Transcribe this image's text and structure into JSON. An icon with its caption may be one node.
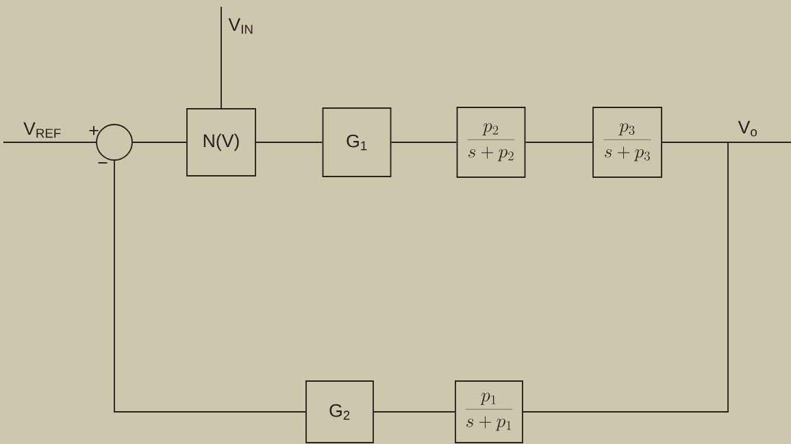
{
  "diagram": {
    "nodes": [
      {
        "text": [],
        "shape": "circle"
      },
      {
        "text": [
          "N(V)"
        ]
      },
      {
        "text": [
          "G$_{1}$"
        ]
      },
      {
        "text": [
          "\\frac{p_{2}}{s+p_{2}}"
        ]
      },
      {
        "text": [
          "\\frac{p_{3}}{s+p_{3}}"
        ]
      },
      {
        "text": [
          "G$_{2}$"
        ]
      },
      {
        "text": [
          "\\frac{p_{1}}{s+p_{1}}"
        ]
      }
    ],
    "edges": [
      {
        "from": null,
        "to": 0,
        "arrow": "none",
        "label": "V$_{REF}$"
      },
      {
        "from": null,
        "to": 1,
        "arrow": "none",
        "label": "V$_{IN}$"
      },
      {
        "from": 0,
        "to": 1,
        "arrow": "none"
      },
      {
        "from": 1,
        "to": 2,
        "arrow": "none"
      },
      {
        "from": 2,
        "to": 3,
        "arrow": "none"
      },
      {
        "from": 3,
        "to": 4,
        "arrow": "none"
      },
      {
        "from": 4,
        "to": null,
        "arrow": "none",
        "label": "V$_{o}$"
      },
      {
        "from": 4,
        "to": 6,
        "arrow": "none"
      },
      {
        "from": 6,
        "to": 5,
        "arrow": "none"
      },
      {
        "from": 5,
        "to": 0,
        "arrow": "none"
      }
    ],
    "labels": [
      "+",
      "−"
    ]
  }
}
